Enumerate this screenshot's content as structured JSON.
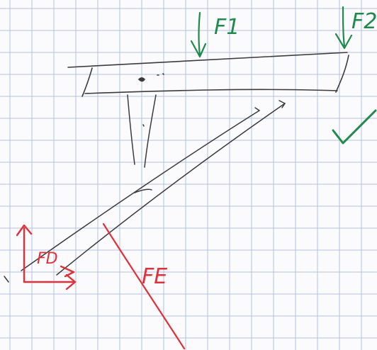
{
  "labels": {
    "force1": "F1",
    "force2": "F2",
    "force_e": "FE",
    "force_d": "FD"
  },
  "colors": {
    "paper": "#fbfbfd",
    "grid": "#a9b9d8",
    "pencil": "#3b3b3b",
    "green_ink": "#1f8a4c",
    "red_ink": "#e0303a"
  },
  "marks": {
    "checkmark": "check-icon"
  }
}
